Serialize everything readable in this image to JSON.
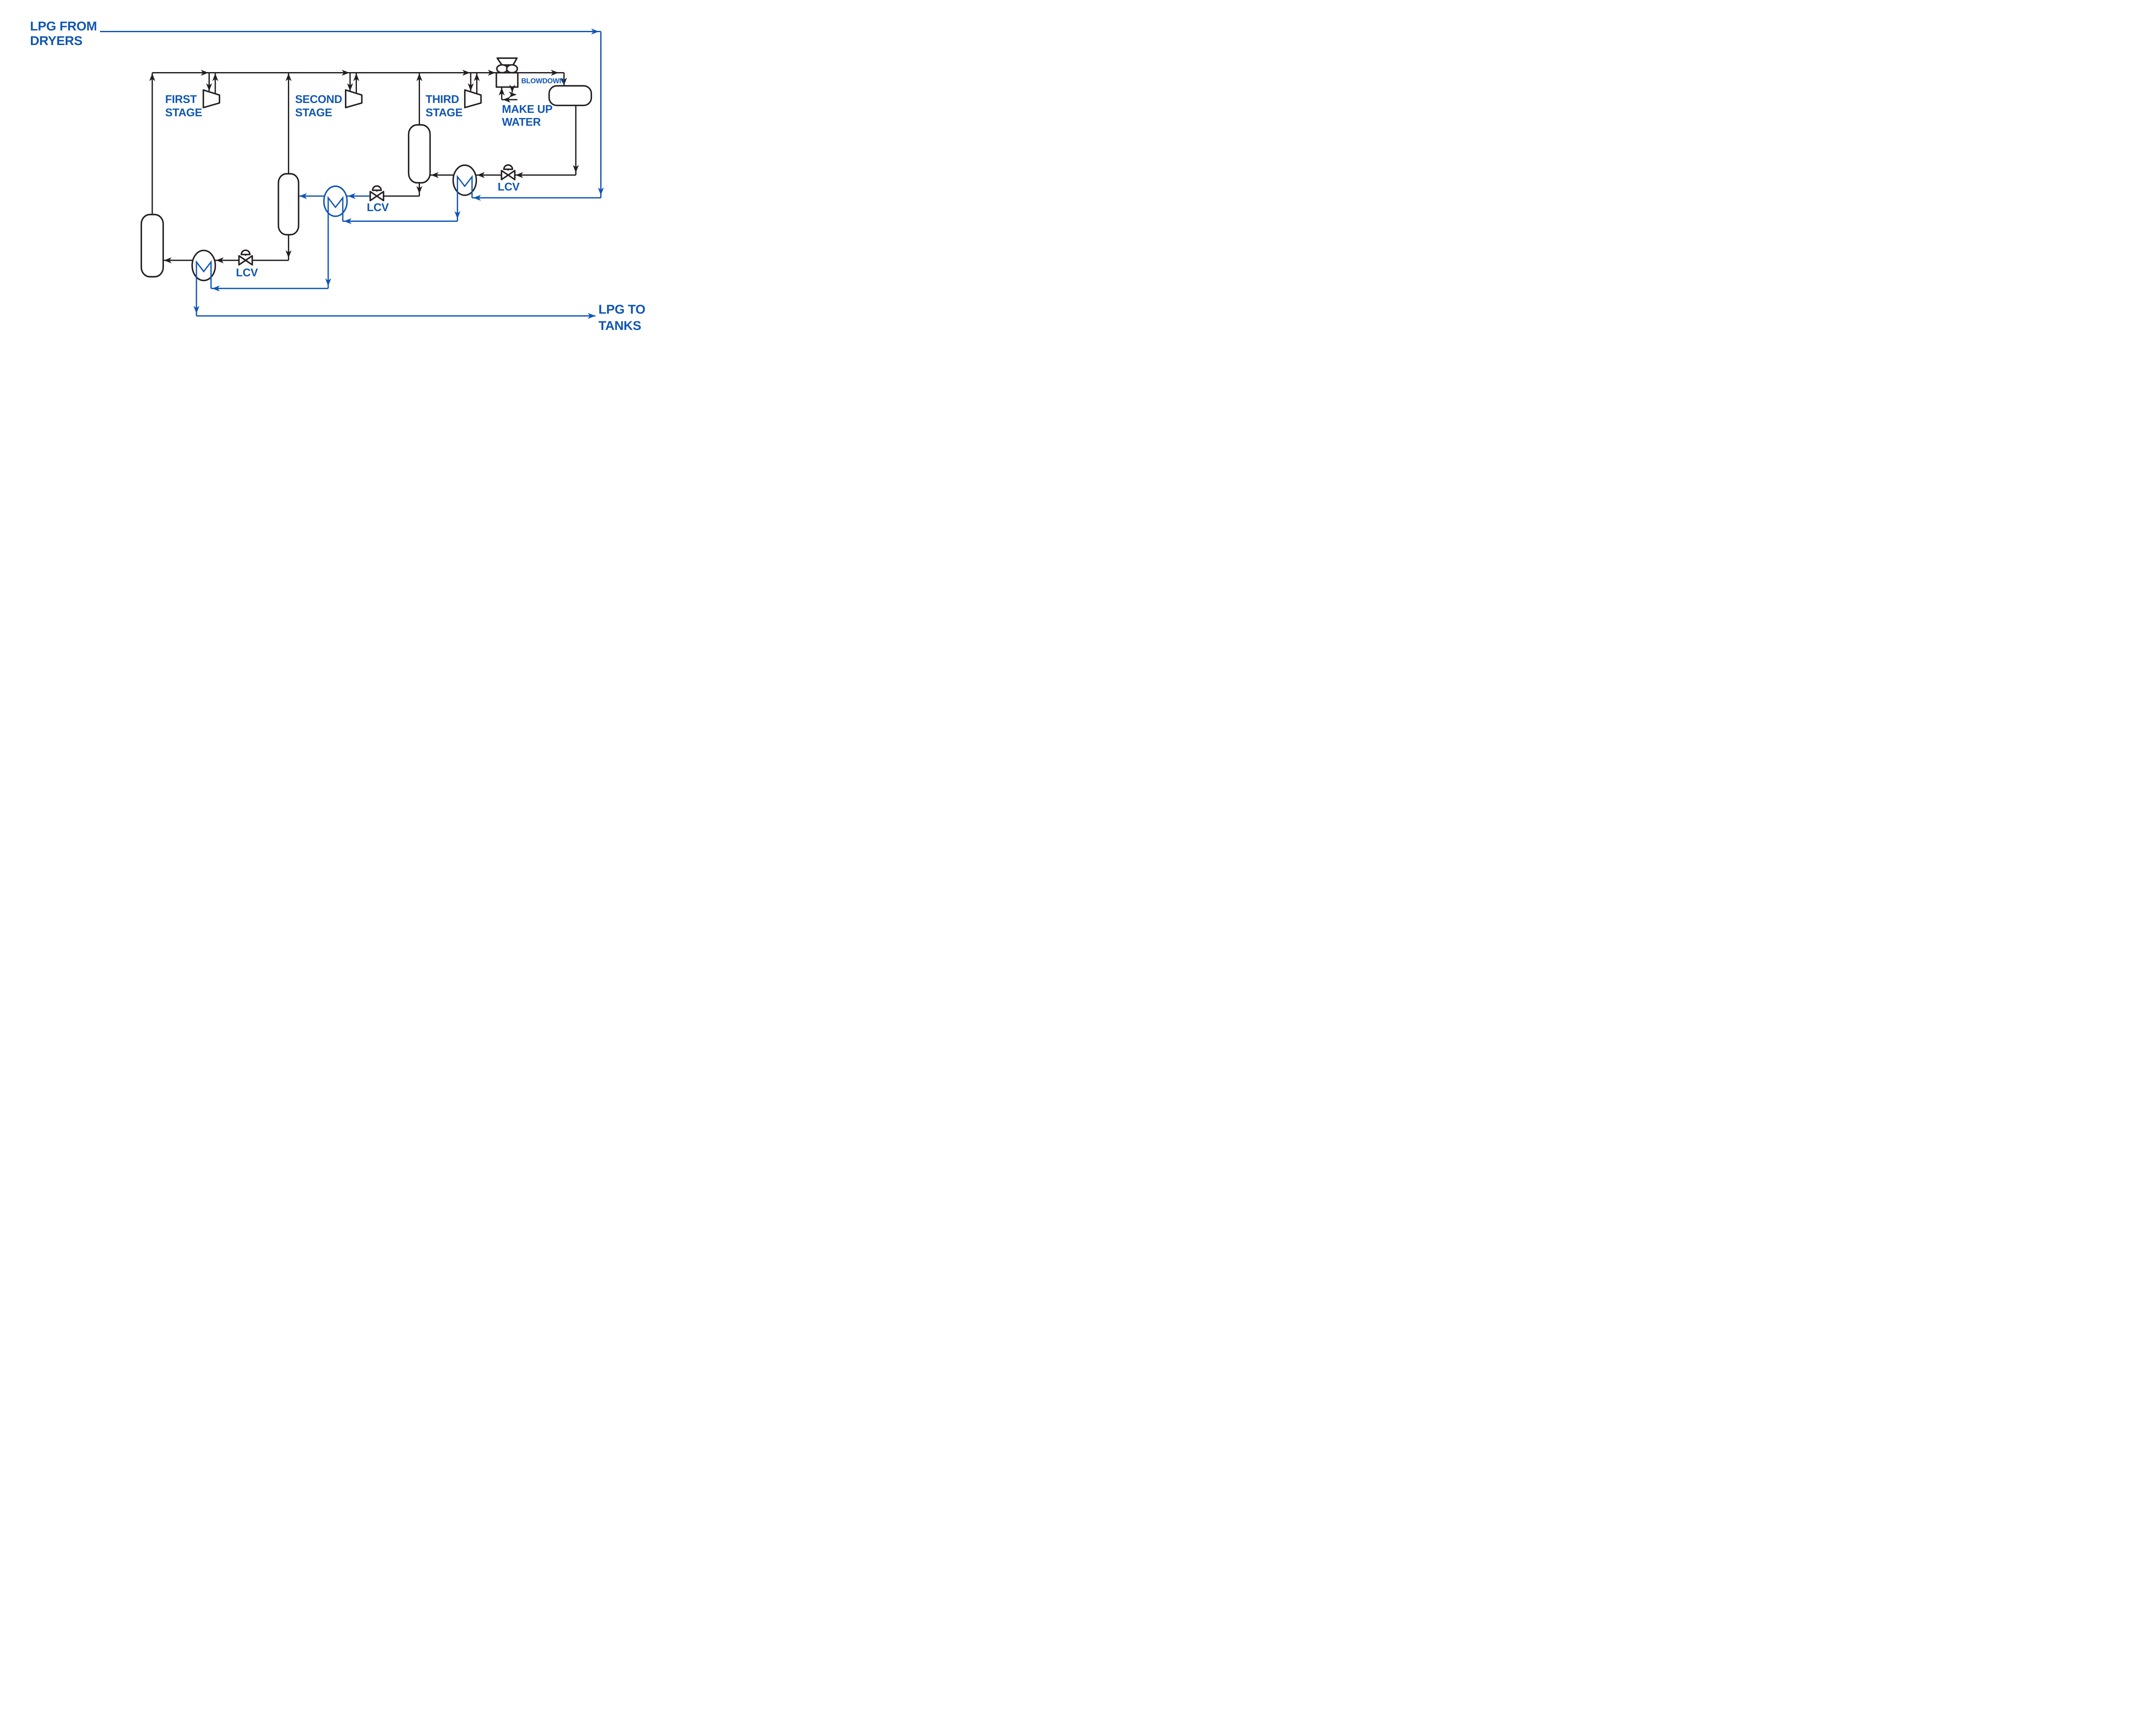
{
  "title": "LPG vapor recovery three-stage compression process flow diagram",
  "colors": {
    "blue": "#1156b3",
    "black": "#231f20",
    "background": "#ffffff"
  },
  "labels": {
    "source_line1": "LPG FROM",
    "source_line2": "DRYERS",
    "stage1_line1": "FIRST",
    "stage1_line2": "STAGE",
    "stage2_line1": "SECOND",
    "stage2_line2": "STAGE",
    "stage3_line1": "THIRD",
    "stage3_line2": "STAGE",
    "blowdown": "BLOWDOWN",
    "makeup_line1": "MAKE UP",
    "makeup_line2": "WATER",
    "lcv_stage1": "LCV",
    "lcv_stage2": "LCV",
    "lcv_stage3": "LCV",
    "dest_line1": "LPG TO",
    "dest_line2": "TANKS"
  },
  "equipment": [
    {
      "id": "first-stage-compressor",
      "type": "compressor",
      "label": "FIRST STAGE"
    },
    {
      "id": "second-stage-compressor",
      "type": "compressor",
      "label": "SECOND STAGE"
    },
    {
      "id": "third-stage-compressor",
      "type": "compressor",
      "label": "THIRD STAGE"
    },
    {
      "id": "air-cooler",
      "type": "fan-cooler",
      "label": ""
    },
    {
      "id": "knockout-drum",
      "type": "horizontal-vessel",
      "label": ""
    },
    {
      "id": "first-stage-suction-vessel",
      "type": "vertical-vessel",
      "label": ""
    },
    {
      "id": "second-stage-suction-vessel",
      "type": "vertical-vessel",
      "label": ""
    },
    {
      "id": "third-stage-suction-vessel",
      "type": "vertical-vessel",
      "label": ""
    },
    {
      "id": "heat-exchanger-1",
      "type": "exchanger",
      "label": ""
    },
    {
      "id": "heat-exchanger-2",
      "type": "exchanger",
      "label": ""
    },
    {
      "id": "heat-exchanger-3",
      "type": "exchanger",
      "label": ""
    },
    {
      "id": "level-control-valve-1",
      "type": "control-valve",
      "label": "LCV"
    },
    {
      "id": "level-control-valve-2",
      "type": "control-valve",
      "label": "LCV"
    },
    {
      "id": "level-control-valve-3",
      "type": "control-valve",
      "label": "LCV"
    }
  ]
}
